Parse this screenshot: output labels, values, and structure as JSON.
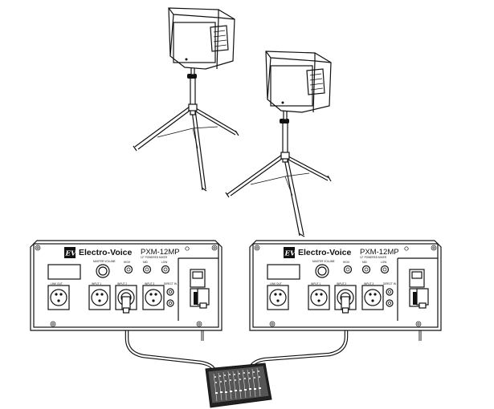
{
  "amplifiers": [
    {
      "brand": "Electro-Voice",
      "logo": "EV",
      "model": "PXM-12MP",
      "model_sub": "12\" POWERED MIXER",
      "labels": {
        "aux_in": "DIRECT IN",
        "master": "MASTER VOLUME",
        "hi": "HIGH",
        "mid": "MID",
        "lo": "LOW",
        "link_out": "LINK OUT",
        "input1": "INPUT 1",
        "input2": "INPUT 2",
        "input3": "INPUT 3"
      }
    },
    {
      "brand": "Electro-Voice",
      "logo": "EV",
      "model": "PXM-12MP",
      "model_sub": "12\" POWERED MIXER",
      "labels": {
        "aux_in": "DIRECT IN",
        "master": "MASTER VOLUME",
        "hi": "HIGH",
        "mid": "MID",
        "lo": "LOW",
        "link_out": "LINK OUT",
        "input1": "INPUT 1",
        "input2": "INPUT 2",
        "input3": "INPUT 3"
      }
    }
  ],
  "icons": {
    "speaker": "loudspeaker-on-tripod-stand",
    "mixer": "mixing-console",
    "xlr": "xlr-connector",
    "power": "iec-power-inlet"
  }
}
